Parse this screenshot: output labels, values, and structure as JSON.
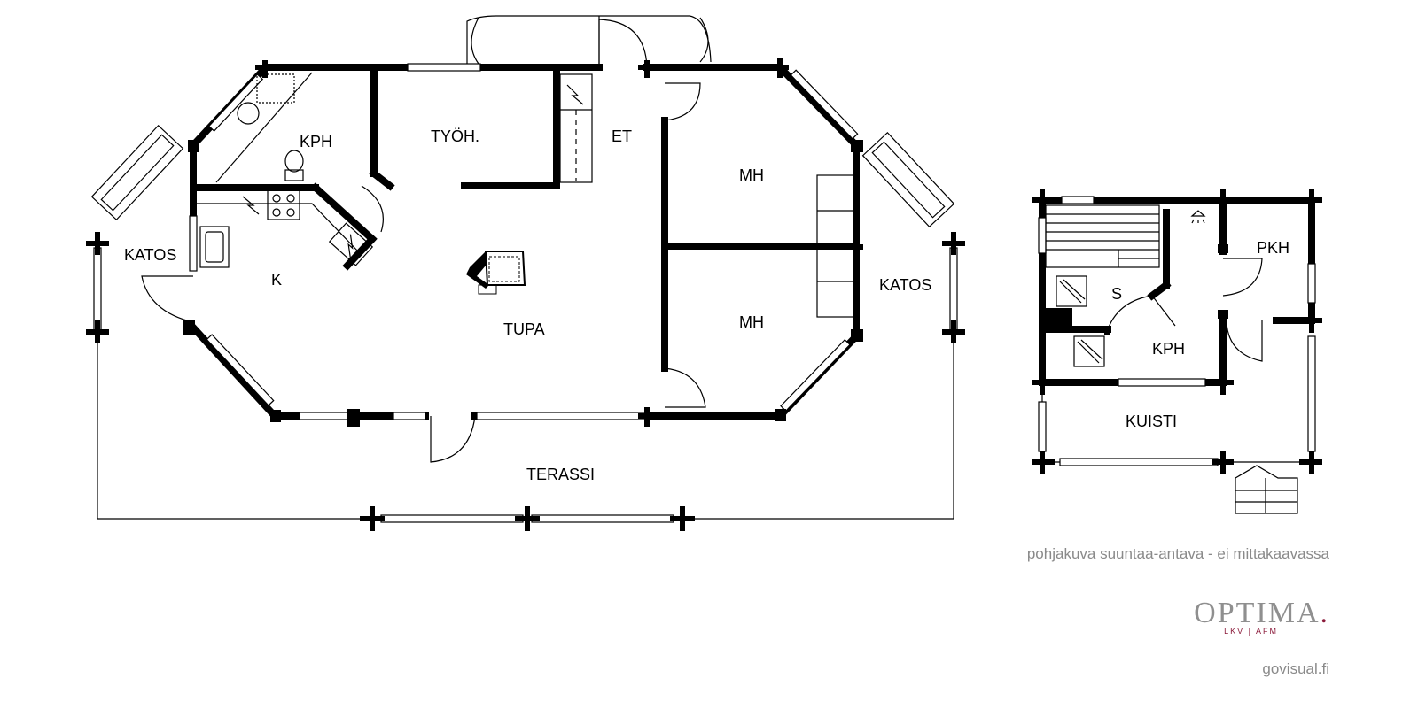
{
  "rooms": {
    "kph": "KPH",
    "tyoh": "TYÖH.",
    "et": "ET",
    "mh_top": "MH",
    "mh_bottom": "MH",
    "katos_left": "KATOS",
    "katos_right": "KATOS",
    "k": "K",
    "tupa": "TUPA",
    "terassi": "TERASSI"
  },
  "sauna_building": {
    "pkh": "PKH",
    "s": "S",
    "kph": "KPH",
    "kuisti": "KUISTI"
  },
  "footer": {
    "note": "pohjakuva suuntaa-antava - ei mittakaavassa",
    "logo_main": "OPTIMA",
    "logo_dot": ".",
    "logo_sub": "LKV | AFM",
    "credit": "govisual.fi"
  },
  "colors": {
    "wall": "#000000",
    "footer_text": "#8a8a8a",
    "logo_accent": "#8b1a3a"
  }
}
